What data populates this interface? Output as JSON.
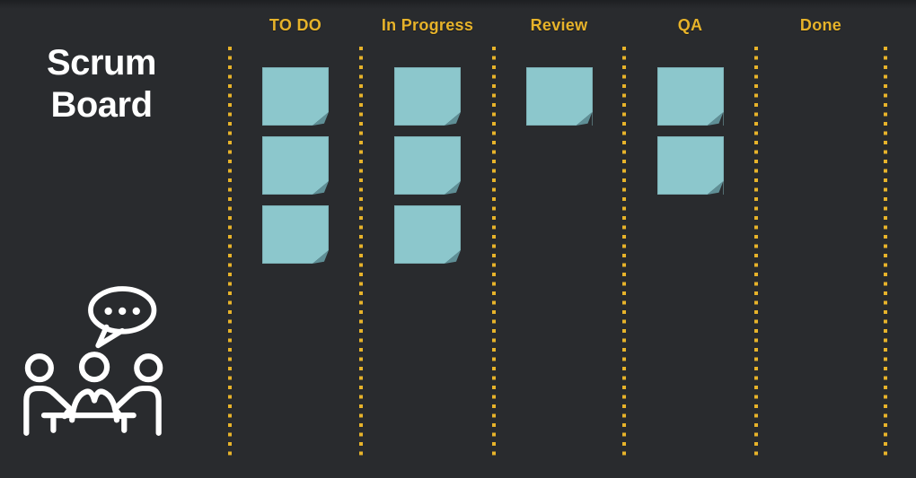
{
  "title": "Scrum Board",
  "colors": {
    "background": "#292b2e",
    "accent_yellow": "#e7b32a",
    "note_fill": "#8cc7cc",
    "note_fold": "#5f8f96",
    "title_text": "#ffffff",
    "icon_stroke": "#ffffff"
  },
  "board": {
    "columns": [
      {
        "label": "TO DO",
        "note_count": 3
      },
      {
        "label": "In Progress",
        "note_count": 3
      },
      {
        "label": "Review",
        "note_count": 1
      },
      {
        "label": "QA",
        "note_count": 2
      },
      {
        "label": "Done",
        "note_count": 0
      }
    ]
  },
  "icons": {
    "team_meeting": "team-meeting-icon"
  }
}
